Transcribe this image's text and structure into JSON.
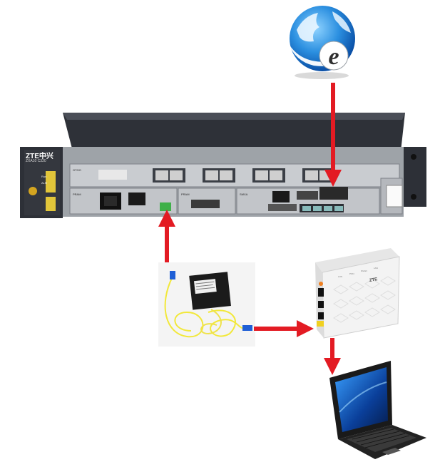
{
  "olt": {
    "brand": "ZTE",
    "brand_cn": "中兴",
    "model": "ZXA10 C320",
    "left_labels": [
      "Run",
      "ALM"
    ],
    "slot_labels": [
      "GTGO",
      "PRAM",
      "SMXA",
      "PRAM"
    ],
    "psu_icon": "power-socket-icon",
    "port_icon": "sfp-port-icon"
  },
  "internet": {
    "letter": "e",
    "icon": "internet-globe-icon"
  },
  "onu": {
    "brand": "ZTE",
    "indicator_labels": [
      "LOS",
      "PON",
      "WLAN",
      "LAN"
    ]
  },
  "splitter": {
    "icon": "optical-splitter-icon"
  },
  "laptop": {
    "icon": "laptop-icon"
  },
  "colors": {
    "arrow": "#e31b23",
    "fiber": "#f2e83a",
    "chassis": "#3a3d44",
    "connector_blue": "#1f5fd6"
  }
}
